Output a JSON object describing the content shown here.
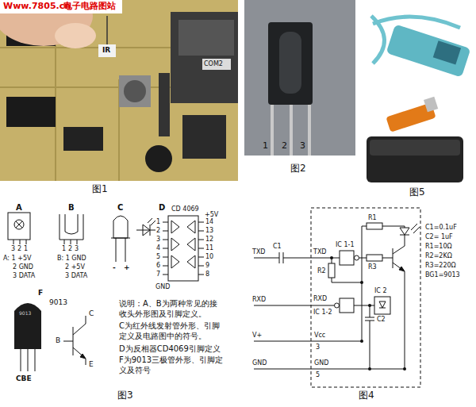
{
  "diagram": {
    "labels": [
      "Www.7805.cn",
      "电子电路图站",
      "IR",
      "COM2",
      "图1",
      "1",
      "2",
      "3",
      "图2",
      "图5",
      "A",
      "B",
      "C",
      "D",
      "CD 4069",
      "+5V",
      "14",
      "13",
      "12",
      "11",
      "10",
      "9",
      "8",
      "1",
      "2",
      "3",
      "4",
      "5",
      "6",
      "7",
      "GND",
      "3",
      "2",
      "1",
      "1",
      "2",
      "3",
      "A: 1 +5V",
      "2 GND",
      "3 DATA",
      "B: 1 GND",
      "2 +5V",
      "3 DATA",
      "-",
      "+",
      "F",
      "9013",
      "9013",
      "C",
      "B",
      "E",
      "CBE",
      "说明：A、B为两种常见的接收头外形图及引脚定义。",
      "C为红外线发射管外形、引脚定义及电路图中的符号。",
      "D为反相器CD4069引脚定义",
      "F为9013三极管外形、引脚定义及符号",
      "图3",
      "TXD",
      "C1",
      "TXD",
      "IC 1-1",
      "R1",
      "R2",
      "R3",
      "RXD",
      "RXD",
      "IC 1-2",
      "IC 2",
      "C2",
      "V+",
      "Vcc",
      "3",
      "GND",
      "GND",
      "5",
      "C1=0.1uF",
      "C2=  1uF",
      "R1=10Ω",
      "R2=2KΩ",
      "R3=220Ω",
      "BG1=9013",
      "图4"
    ]
  }
}
